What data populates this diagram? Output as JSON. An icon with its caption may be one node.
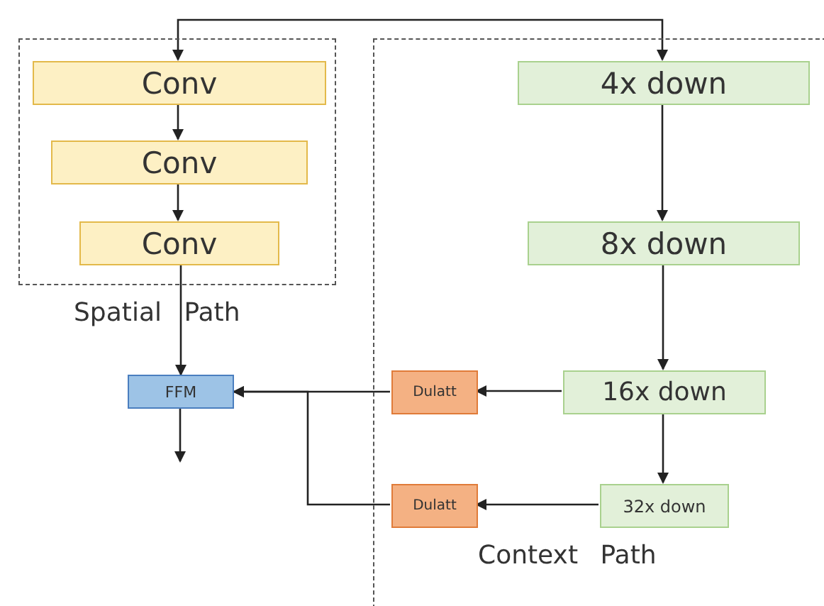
{
  "diagram": {
    "nodes": [
      {
        "text": [
          "Spatial Path"
        ]
      },
      {
        "text": [
          "Conv"
        ],
        "in": 0
      },
      {
        "text": [
          "Conv"
        ],
        "in": 0
      },
      {
        "text": [
          "Conv"
        ],
        "in": 0
      },
      {
        "text": [
          "Context Path"
        ]
      },
      {
        "text": [
          "4x down"
        ],
        "in": 4
      },
      {
        "text": [
          "8x down"
        ],
        "in": 4
      },
      {
        "text": [
          "16x down"
        ],
        "in": 4
      },
      {
        "text": [
          "32x down"
        ],
        "in": 4
      },
      {
        "text": [
          "Dulatt"
        ],
        "in": 4
      },
      {
        "text": [
          "Dulatt"
        ],
        "in": 4
      },
      {
        "text": [
          "FFM"
        ]
      }
    ],
    "edges": [
      {
        "from": null,
        "to": 1,
        "arrow": "to"
      },
      {
        "from": null,
        "to": 5,
        "arrow": "to"
      },
      {
        "from": 1,
        "to": 2,
        "arrow": "to"
      },
      {
        "from": 2,
        "to": 3,
        "arrow": "to"
      },
      {
        "from": 3,
        "to": 11,
        "arrow": "to"
      },
      {
        "from": 5,
        "to": 6,
        "arrow": "to"
      },
      {
        "from": 6,
        "to": 7,
        "arrow": "to"
      },
      {
        "from": 7,
        "to": 8,
        "arrow": "to"
      },
      {
        "from": 7,
        "to": 9,
        "arrow": "to"
      },
      {
        "from": 8,
        "to": 10,
        "arrow": "to"
      },
      {
        "from": 9,
        "to": 11,
        "arrow": "to"
      },
      {
        "from": 10,
        "to": 11,
        "arrow": "to"
      },
      {
        "from": 11,
        "to": null,
        "arrow": "to"
      }
    ]
  }
}
